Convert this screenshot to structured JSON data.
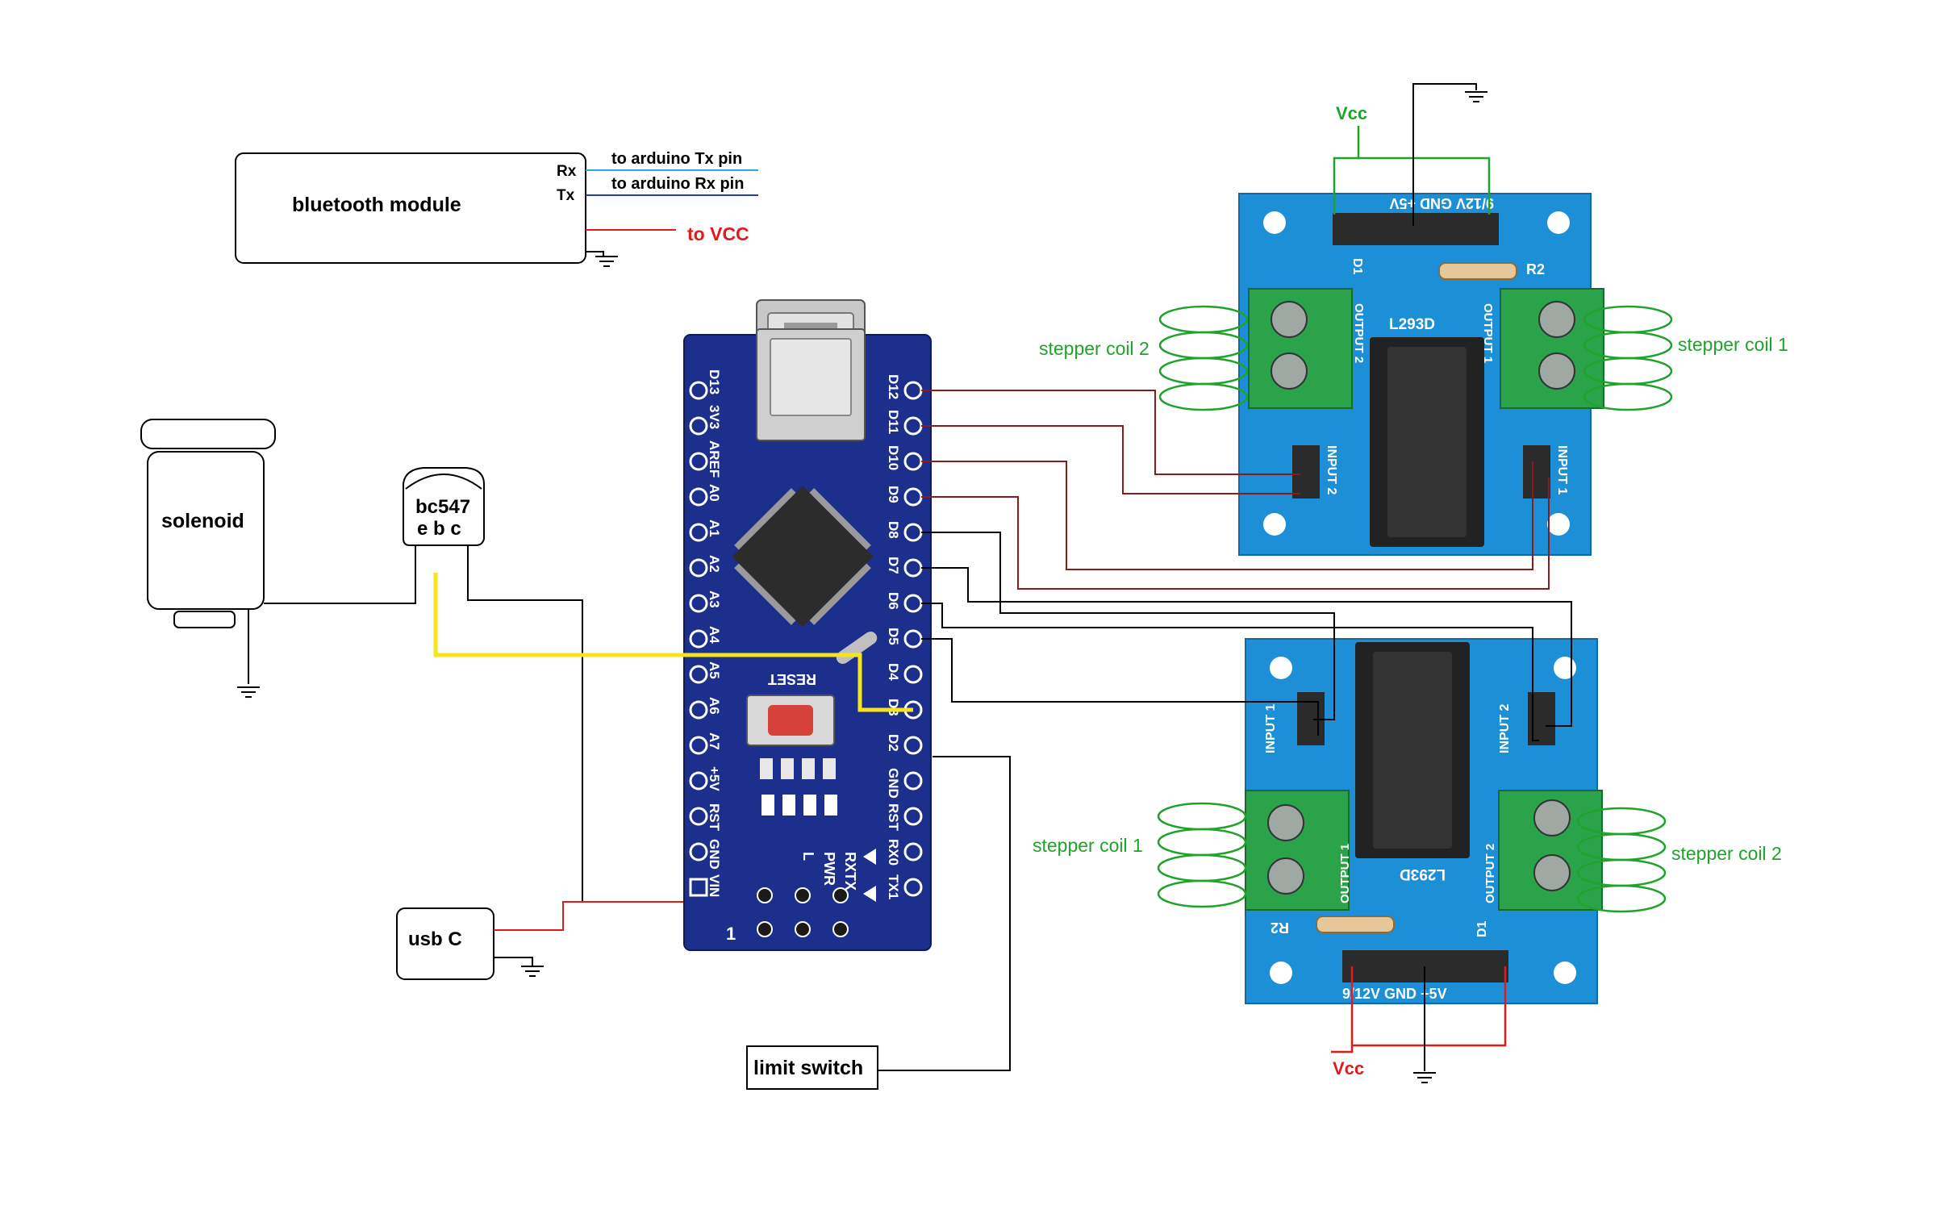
{
  "bluetooth": {
    "title": "bluetooth module",
    "rx": "Rx",
    "tx": "Tx",
    "rx_note": "to arduino Tx pin",
    "tx_note": "to arduino Rx pin",
    "vcc_note": "to VCC"
  },
  "solenoid": {
    "label": "solenoid"
  },
  "transistor": {
    "label": "bc547",
    "pins": "e b c"
  },
  "usb": {
    "label": "usb C"
  },
  "limit_switch": {
    "label": "limit switch"
  },
  "arduino": {
    "right_pins": [
      "D12",
      "D11",
      "D10",
      "D9",
      "D8",
      "D7",
      "D6",
      "D5",
      "D4",
      "D3",
      "D2",
      "GND",
      "RST",
      "RX0",
      "TX1"
    ],
    "left_pins": [
      "D13",
      "3V3",
      "AREF",
      "A0",
      "A1",
      "A2",
      "A3",
      "A4",
      "A5",
      "A6",
      "A7",
      "+5V",
      "RST",
      "GND",
      "VIN"
    ],
    "reset_label": "RESET",
    "led_labels": [
      "RXTX",
      "PWR",
      "L"
    ],
    "pin1_mark": "1"
  },
  "driver_top": {
    "chip": "L293D",
    "power_pins": "9/12V GND +5V",
    "input1": "INPUT 1",
    "input2": "INPUT 2",
    "output1": "OUTPUT 1",
    "output2": "OUTPUT 2",
    "coil_left": "stepper coil 2",
    "coil_right": "stepper coil 1",
    "vcc": "Vcc",
    "r2": "R2",
    "d1": "D1"
  },
  "driver_bottom": {
    "chip": "L293D",
    "power_pins": "9/12V GND +5V",
    "input1": "INPUT 1",
    "input2": "INPUT 2",
    "output1": "OUTPUT 1",
    "output2": "OUTPUT 2",
    "coil_left": "stepper coil 1",
    "coil_right": "stepper coil 2",
    "vcc": "Vcc",
    "r2": "R2",
    "d1": "D1"
  },
  "colors": {
    "wire_black": "#000000",
    "wire_red": "#e11b1b",
    "wire_darkred": "#8b1a1a",
    "wire_yellow": "#f5e51a",
    "wire_blue": "#1f5fc4",
    "wire_cyan": "#2aa7e0",
    "coil_green": "#1fa32a",
    "board_blue": "#1d2f8c",
    "driver_blue": "#1c8fd6"
  }
}
